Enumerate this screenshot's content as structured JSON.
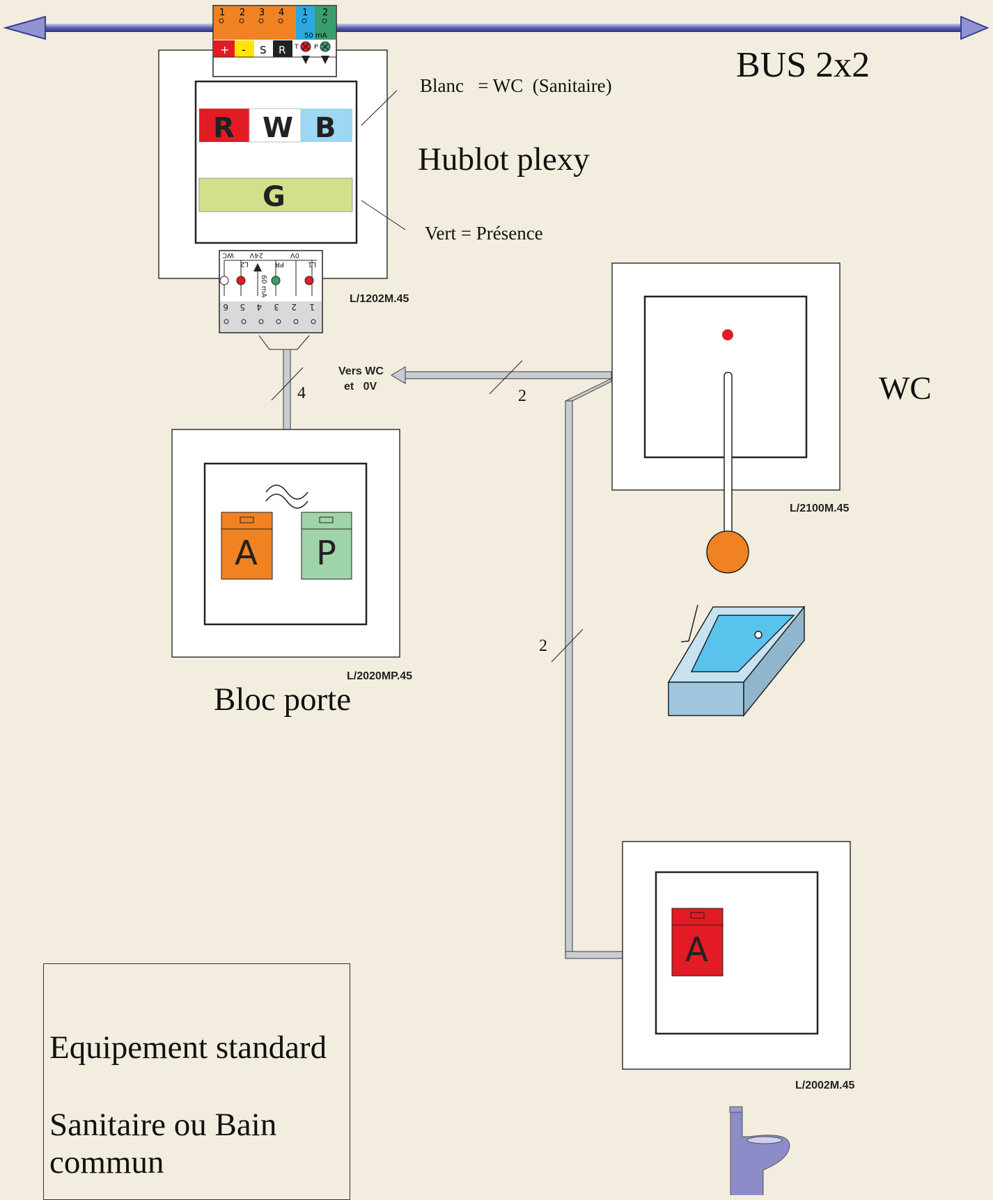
{
  "bus": {
    "title": "BUS 2x2",
    "terminals_top": [
      "1",
      "2",
      "3",
      "4",
      "1",
      "2"
    ],
    "terminals_bottom": [
      "+",
      "-",
      "S",
      "R"
    ],
    "current": "50 mA",
    "led_labels": [
      "T",
      "P"
    ]
  },
  "hublot": {
    "title": "Hublot plexy",
    "label_white": "Blanc   = WC  (Sanitaire)",
    "label_green": "Vert = Présence",
    "lens_letters": [
      "R",
      "W",
      "B"
    ],
    "lens_g": "G",
    "ref": "L/1202M.45",
    "terminal_numbers": [
      "6",
      "5",
      "4",
      "3",
      "2",
      "1"
    ],
    "terminal_labels": [
      "WC",
      "L2",
      "24V",
      "PR",
      "0V",
      "L1"
    ],
    "current": "60 mA"
  },
  "wires": {
    "count_4": "4",
    "count_2a": "2",
    "count_2b": "2",
    "arrow_label_1": "Vers WC",
    "arrow_label_2": "et   0V"
  },
  "bloc_porte": {
    "title": "Bloc porte",
    "ref": "L/2020MP.45",
    "button_a": "A",
    "button_p": "P",
    "symbol": "tilde-icon"
  },
  "wc": {
    "title": "WC",
    "ref": "L/2100M.45"
  },
  "reset": {
    "ref": "L/2002M.45",
    "button_a": "A"
  },
  "legend": {
    "line1": "Equipement standard",
    "line2": "Sanitaire ou Bain",
    "line3": "commun"
  },
  "colors": {
    "background": "#f3eddf",
    "bus": "#4b4fa0",
    "red": "#e21b24",
    "orange": "#f08222",
    "green_pale": "#d2e08a",
    "blue_pale": "#9dd7f2",
    "wire": "#c9ccd1"
  }
}
